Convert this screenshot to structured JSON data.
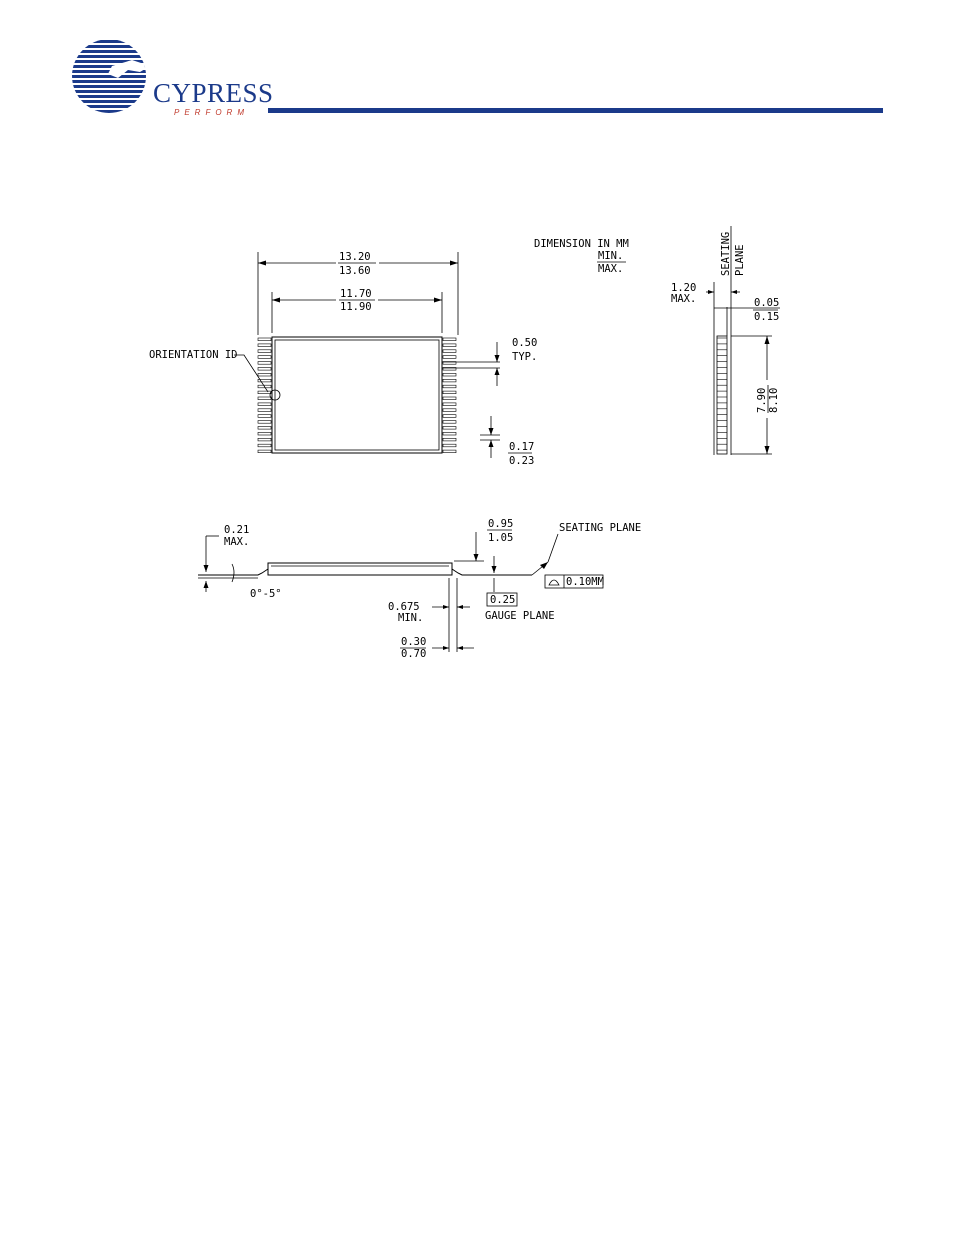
{
  "header": {
    "logo_word": "CYPRESS",
    "logo_tagline": "PERFORM",
    "brand_color": "#1b3a8a",
    "rule_color": "#1b3a8a",
    "tagline_color": "#c0392b"
  },
  "drawing": {
    "units_note": "DIMENSION IN MM",
    "units_min": "MIN.",
    "units_max": "MAX.",
    "orientation_id": "ORIENTATION ID",
    "overall_len_min": "13.20",
    "overall_len_max": "13.60",
    "body_len_min": "11.70",
    "body_len_max": "11.90",
    "pitch": "0.50",
    "pitch_note": "TYP.",
    "lead_w_min": "0.17",
    "lead_w_max": "0.23",
    "seating_plane_v1": "SEATING",
    "seating_plane_v2": "PLANE",
    "height_max": "1.20",
    "height_max_note": "MAX.",
    "standoff_min": "0.05",
    "standoff_max": "0.15",
    "body_w_min": "7.90",
    "body_w_max": "8.10",
    "lead_thk": "0.21",
    "lead_thk_note": "MAX.",
    "angle": "0°-5°",
    "body_h_min": "0.95",
    "body_h_max": "1.05",
    "seating_plane": "SEATING PLANE",
    "coplanarity": "0.10MM",
    "gauge": "0.25",
    "gauge_plane": "GAUGE PLANE",
    "foot_min": "0.675",
    "foot_min_note": "MIN.",
    "foot_len_min": "0.30",
    "foot_len_max": "0.70"
  }
}
